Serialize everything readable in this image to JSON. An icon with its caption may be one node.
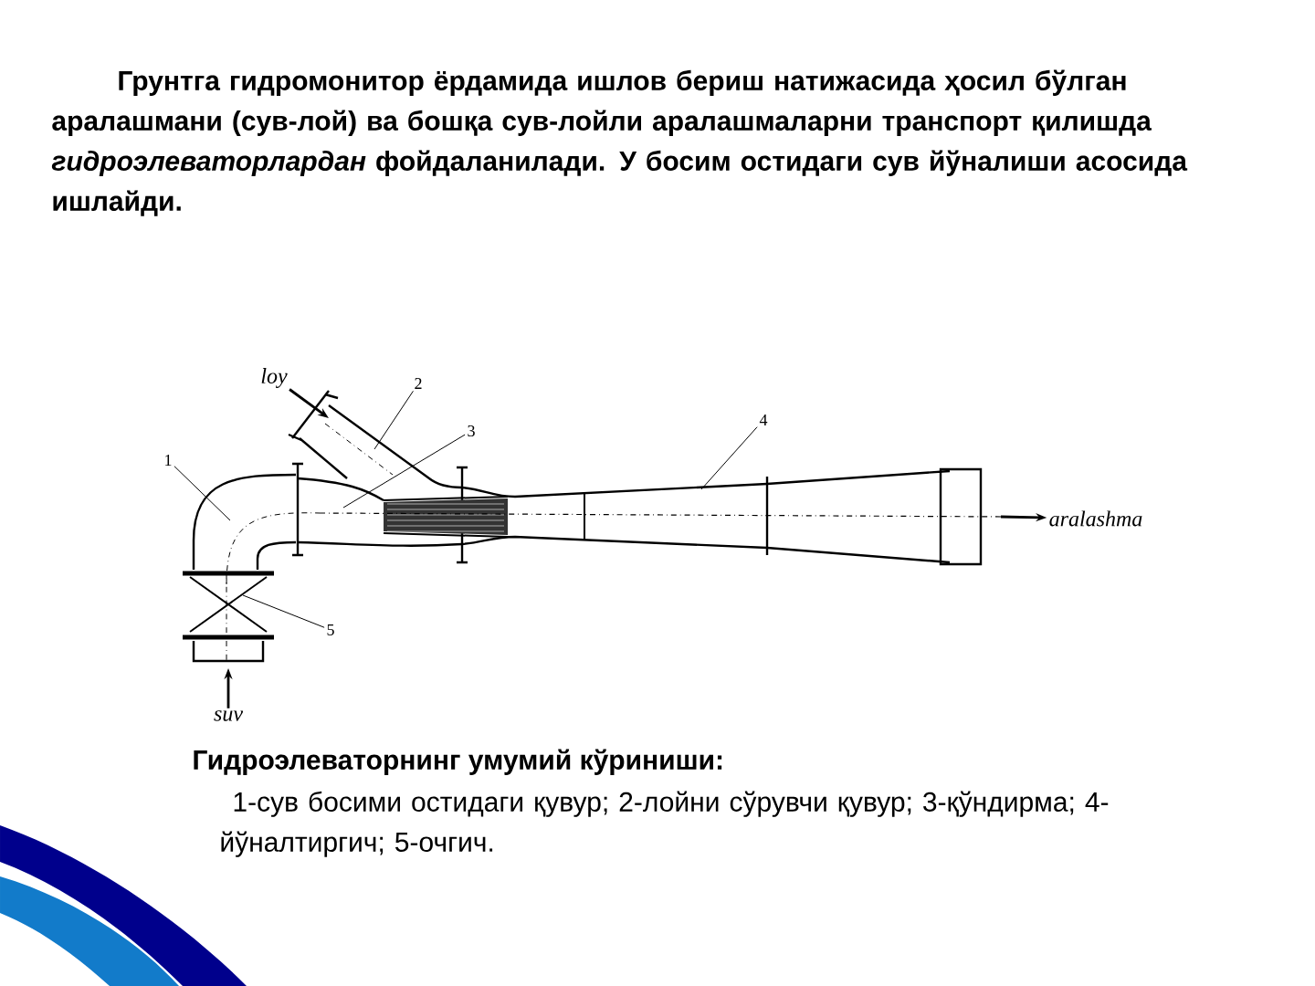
{
  "diagram": {
    "caption": "Гидроэлеваторнинг умумий кўриниши:",
    "nodes": [
      {
        "text": [
          "loy"
        ]
      },
      {
        "text": [
          "2"
        ]
      },
      {
        "text": [
          "3"
        ]
      },
      {
        "text": [
          "1"
        ]
      },
      {
        "text": [
          "4"
        ]
      },
      {
        "text": [
          "aralashma"
        ]
      },
      {
        "text": [
          "5"
        ]
      },
      {
        "text": [
          "suv"
        ]
      }
    ],
    "edges": [
      {
        "from": 0,
        "to": null,
        "arrow": "to"
      },
      {
        "from": 1,
        "to": null,
        "arrow": "none"
      },
      {
        "from": 2,
        "to": null,
        "arrow": "none"
      },
      {
        "from": 3,
        "to": null,
        "arrow": "none"
      },
      {
        "from": 4,
        "to": null,
        "arrow": "none"
      },
      {
        "from": null,
        "to": 5,
        "arrow": "to"
      },
      {
        "from": 6,
        "to": null,
        "arrow": "none"
      },
      {
        "from": 7,
        "to": null,
        "arrow": "to"
      }
    ],
    "labels": [
      "Грунтга гидромонитор ёрдамида ишлов бериш натижасида ҳосил бўлган аралашмани (сув-лой) ва бошқа сув-лойли аралашмаларни транспорт қилишда *гидроэлеваторлардан* фойдаланилади. У босим остидаги сув йўналиши асосида ишлайди.",
      "1-сув босими остидаги қувур; 2-лойни сўрувчи қувур; 3-қўндирма; 4-йўналтиргич; 5-очгич."
    ]
  }
}
